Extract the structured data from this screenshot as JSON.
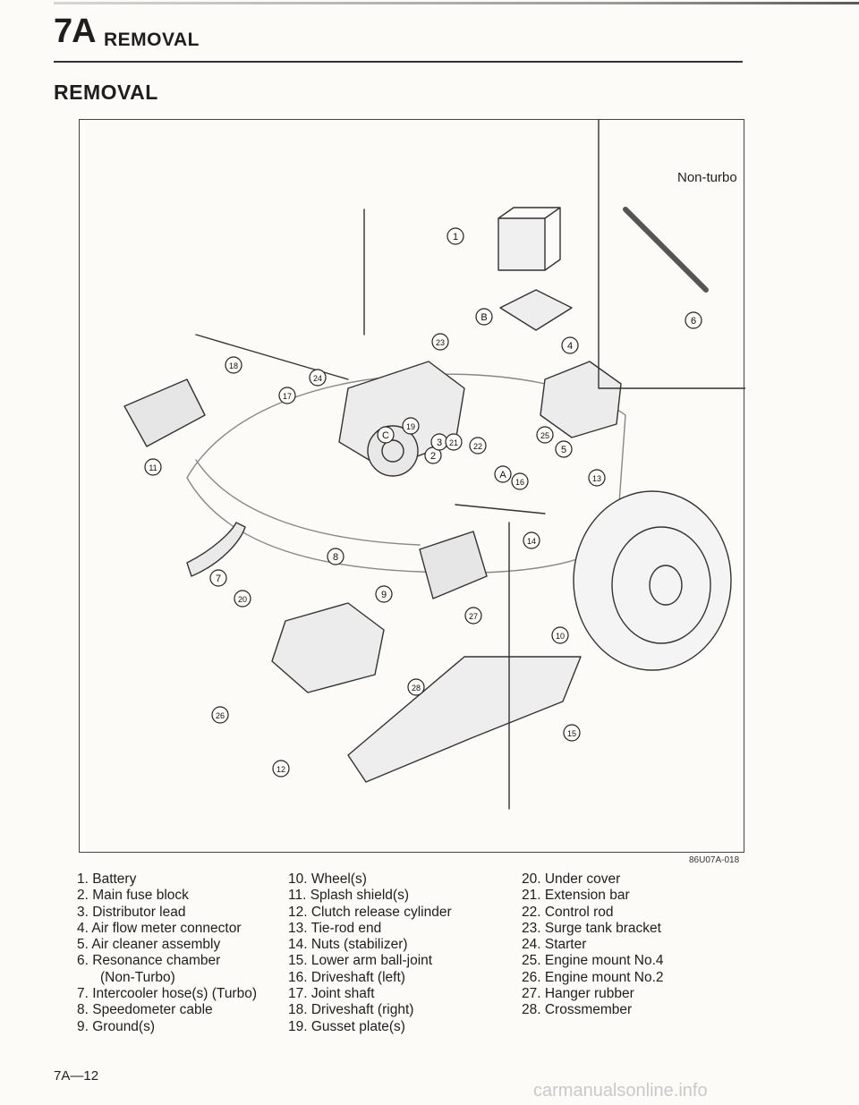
{
  "header": {
    "section_number": "7A",
    "section_title": "REMOVAL"
  },
  "page_heading": "REMOVAL",
  "figure": {
    "inset_label": "Non-turbo",
    "figure_code": "86U07A-018",
    "callouts": [
      "1",
      "2",
      "3",
      "4",
      "5",
      "6",
      "7",
      "8",
      "9",
      "10",
      "11",
      "12",
      "13",
      "14",
      "15",
      "16",
      "17",
      "18",
      "19",
      "20",
      "21",
      "22",
      "23",
      "24",
      "25",
      "26",
      "27",
      "28",
      "A",
      "B",
      "C"
    ]
  },
  "legend": {
    "column1": [
      "1. Battery",
      "2. Main fuse block",
      "3. Distributor lead",
      "4. Air flow meter connector",
      "5. Air cleaner assembly",
      "6. Resonance chamber",
      "(Non-Turbo)",
      "7. Intercooler hose(s) (Turbo)",
      "8. Speedometer cable",
      "9. Ground(s)"
    ],
    "column2": [
      "10. Wheel(s)",
      "11. Splash shield(s)",
      "12. Clutch release cylinder",
      "13. Tie-rod end",
      "14. Nuts (stabilizer)",
      "15. Lower arm ball-joint",
      "16. Driveshaft (left)",
      "17. Joint shaft",
      "18. Driveshaft (right)",
      "19. Gusset plate(s)"
    ],
    "column3": [
      "20. Under cover",
      "21. Extension bar",
      "22. Control rod",
      "23. Surge tank bracket",
      "24. Starter",
      "25. Engine mount No.4",
      "26. Engine mount No.2",
      "27. Hanger rubber",
      "28. Crossmember"
    ]
  },
  "footer": {
    "page_number": "7A—12",
    "watermark": "carmanualsonline.info"
  }
}
